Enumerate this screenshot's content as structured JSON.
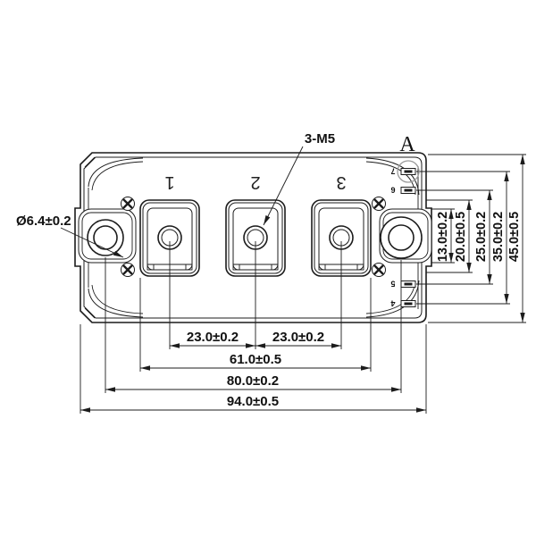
{
  "drawing": {
    "annotations": {
      "hole_diameter": "Ø6.4±0.2",
      "terminal_thread": "3-M5",
      "detail_marker": "A"
    },
    "terminal_numbers": [
      "1",
      "2",
      "3"
    ],
    "pin_numbers": [
      "7",
      "6",
      "5",
      "4"
    ],
    "dimensions": {
      "horizontal": [
        "23.0±0.2",
        "23.0±0.2",
        "61.0±0.5",
        "80.0±0.2",
        "94.0±0.5"
      ],
      "vertical": [
        "13.0±0.2",
        "20.0±0.5",
        "25.0±0.2",
        "35.0±0.2",
        "45.0±0.5"
      ]
    },
    "colors": {
      "line": "#1c1c1c",
      "background": "#ffffff",
      "detail_circle": "#9a9a9a"
    }
  }
}
